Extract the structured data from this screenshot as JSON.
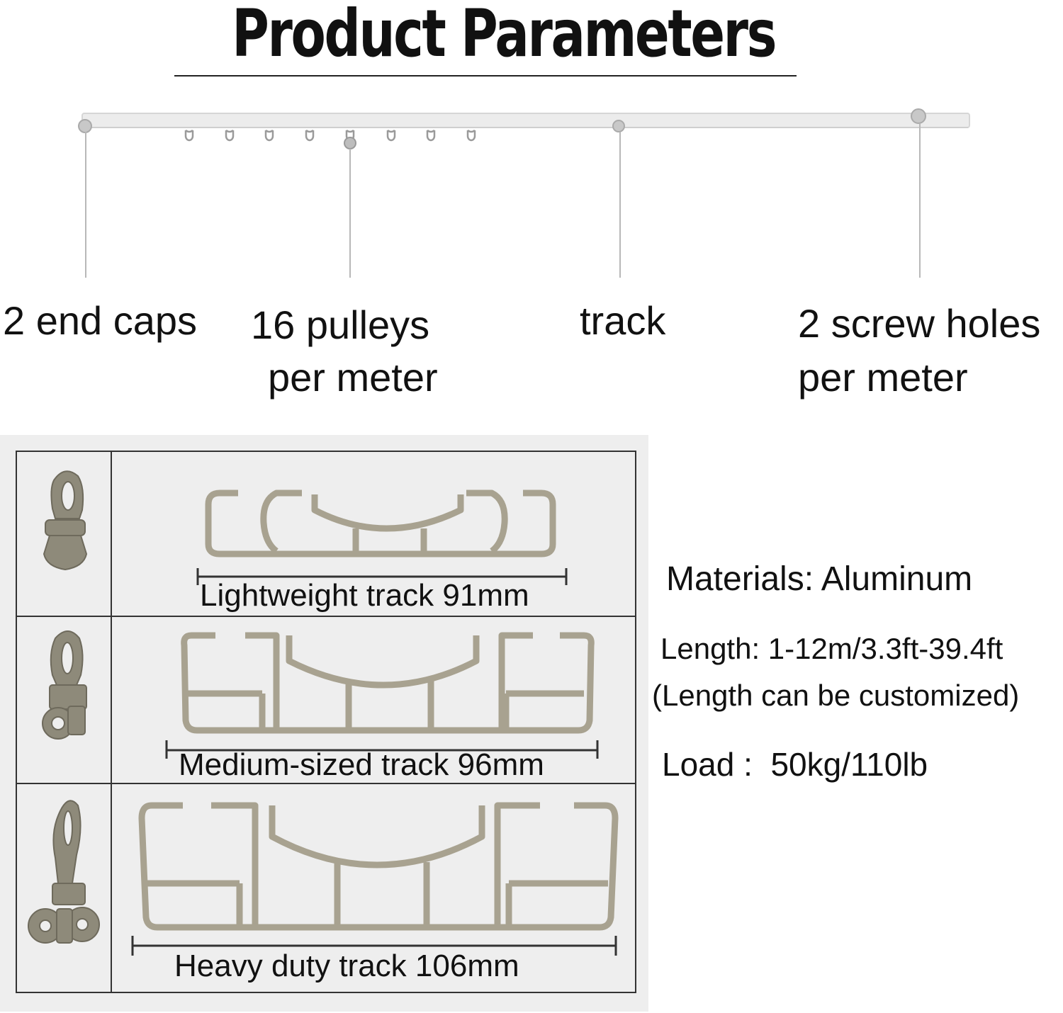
{
  "title": "Product Parameters",
  "labels": {
    "end_caps": "2 end caps",
    "pulleys_num": "16",
    "pulleys_text": "pulleys",
    "pulleys_line2": "per meter",
    "track": "track",
    "screw_holes": "2 screw holes",
    "screw_line2": "per meter"
  },
  "tracks": [
    {
      "caption": "Lightweight track  91mm",
      "icon": "single-hook-glider-icon"
    },
    {
      "caption": "Medium-sized track  96mm",
      "icon": "single-wheel-glider-icon"
    },
    {
      "caption": "Heavy duty track  106mm",
      "icon": "double-wheel-glider-icon"
    }
  ],
  "specs": {
    "materials": "Materials: Aluminum",
    "length": "Length: 1-12m/3.3ft-39.4ft",
    "length_note": "(Length can be customized)",
    "load": "Load :  50kg/110lb"
  },
  "colors": {
    "profile": "#a8a290",
    "panel": "#eeeeee",
    "rail": "#e4e4e4"
  }
}
